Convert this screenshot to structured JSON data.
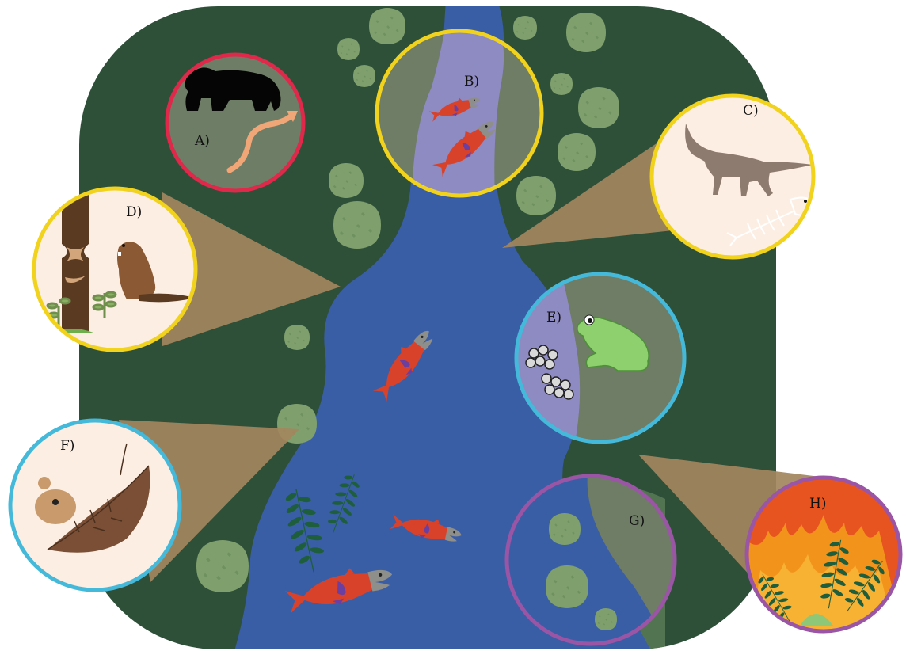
{
  "panels": {
    "a": {
      "label": "A)",
      "ring_color": "#e0284a",
      "icons": [
        "bear-icon",
        "thermometer-icon",
        "warming-arrow-icon"
      ]
    },
    "b": {
      "label": "B)",
      "ring_color": "#f1d21c",
      "icons": [
        "salmon-icon"
      ]
    },
    "c": {
      "label": "C)",
      "ring_color": "#f1d21c",
      "icons": [
        "wolf-icon",
        "fish-skeleton-icon"
      ]
    },
    "d": {
      "label": "D)",
      "ring_color": "#f1d21c",
      "icons": [
        "beaver-icon",
        "gnawed-tree-icon",
        "sapling-icon"
      ]
    },
    "e": {
      "label": "E)",
      "ring_color": "#45b9d9",
      "icons": [
        "frog-icon",
        "egg-mass-icon"
      ]
    },
    "f": {
      "label": "F)",
      "ring_color": "#45b9d9",
      "icons": [
        "vole-icon",
        "leaf-icon"
      ]
    },
    "g": {
      "label": "G)",
      "ring_color": "#9b55a5",
      "icons": [
        "shrub-icon"
      ]
    },
    "h": {
      "label": "H)",
      "ring_color": "#9b55a5",
      "icons": [
        "fire-icon",
        "fern-icon"
      ]
    }
  },
  "colors": {
    "forest": "#2e5039",
    "river": "#3a5ea6",
    "shrub": "#7fa06d",
    "salmon": "#d8422a",
    "cone": "#a3855e",
    "inset_bg": "#fdeee3"
  }
}
